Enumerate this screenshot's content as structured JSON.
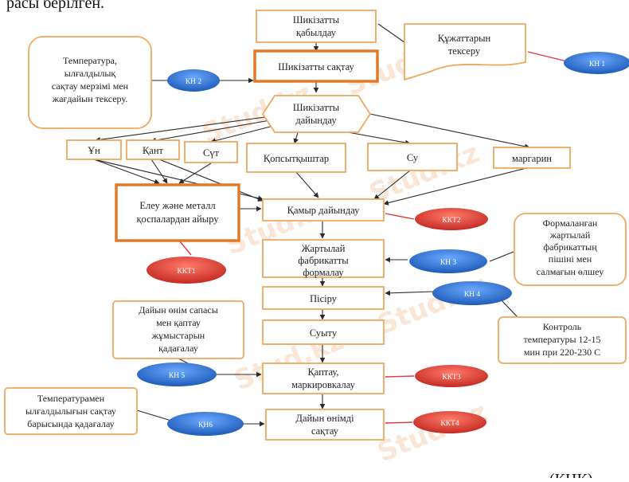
{
  "top_text": "расы берілген.",
  "bottom_text": "(ҚНҚ)",
  "watermark": "Stud.kz",
  "nodes": {
    "receive": [
      "Шикізатты",
      "қабылдау"
    ],
    "check_docs": [
      "Құжаттарын",
      "тексеру"
    ],
    "store": [
      "Шикізатты  сақтау"
    ],
    "storage_note": [
      "Температура,",
      "ылғалдылық",
      "сақтау мерзімі мен",
      "жағдайын тексеру."
    ],
    "prepare": [
      "Шикізатты",
      "дайындау"
    ],
    "flour": [
      "Ұн"
    ],
    "sugar": [
      "Қант"
    ],
    "milk": [
      "Сүт"
    ],
    "leavening": [
      "Қопсытқыштар"
    ],
    "water": [
      "Су"
    ],
    "margarine": [
      "маргарин"
    ],
    "sieve": [
      "Елеу және металл",
      "қоспалардан айыру"
    ],
    "dough": [
      "Қамыр дайындау"
    ],
    "shaping": [
      "Жартылай",
      "фабрикатты",
      "формалау"
    ],
    "shaping_note": [
      "Формаланған",
      "жартылай",
      "фабрикаттың",
      "пішіні мен",
      "салмағын өлшеу"
    ],
    "baking": [
      "Пісіру"
    ],
    "baking_note": [
      "Контроль",
      "температуры    12-15",
      "мин при 220-230 С"
    ],
    "cooling": [
      "Суыту"
    ],
    "quality_note": [
      "Дайын өнім сапасы",
      "мен қаптау",
      "жұмыстарын",
      "қадағалау"
    ],
    "packing": [
      "Қаптау,",
      "маркировкалау"
    ],
    "final_note": [
      "Температурамен",
      "ылғалдылығын сақтау",
      "барысында қадағалау"
    ],
    "final_store": [
      "Дайын өнімді",
      "сақтау"
    ]
  },
  "markers": {
    "kn1": "КН 1",
    "kn2": "КН 2",
    "kn3": "КН 3",
    "kn4": "КН 4",
    "kn5": "КН 5",
    "kn6": "ҚН6",
    "kkt1": "ККТ1",
    "kkt2": "ККТ2",
    "kkt3": "ККТ3",
    "kkt4": "ККТ4"
  },
  "colors": {
    "box_border": "#f0a860",
    "blue_marker": "#2a6fd0",
    "red_marker": "#d6332c"
  }
}
